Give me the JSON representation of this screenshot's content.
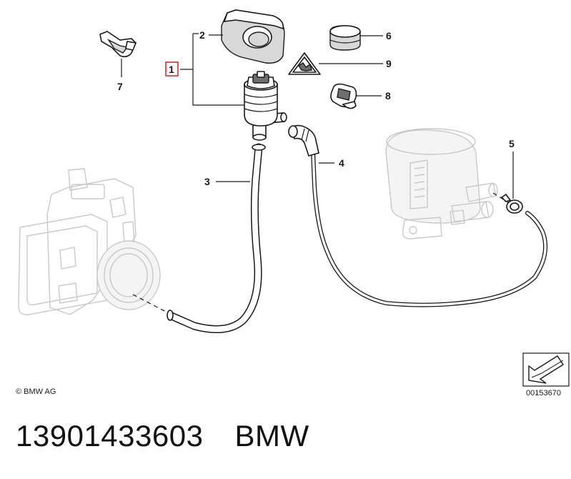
{
  "diagram": {
    "callouts": [
      {
        "id": "1",
        "highlighted": true
      },
      {
        "id": "2"
      },
      {
        "id": "3"
      },
      {
        "id": "4"
      },
      {
        "id": "5"
      },
      {
        "id": "6"
      },
      {
        "id": "7"
      },
      {
        "id": "8"
      },
      {
        "id": "9"
      }
    ],
    "copyright": "© BMW AG",
    "reference_code": "00153670",
    "highlight_color": "#e0282e"
  },
  "footer": {
    "part_number": "13901433603",
    "brand": "BMW"
  }
}
